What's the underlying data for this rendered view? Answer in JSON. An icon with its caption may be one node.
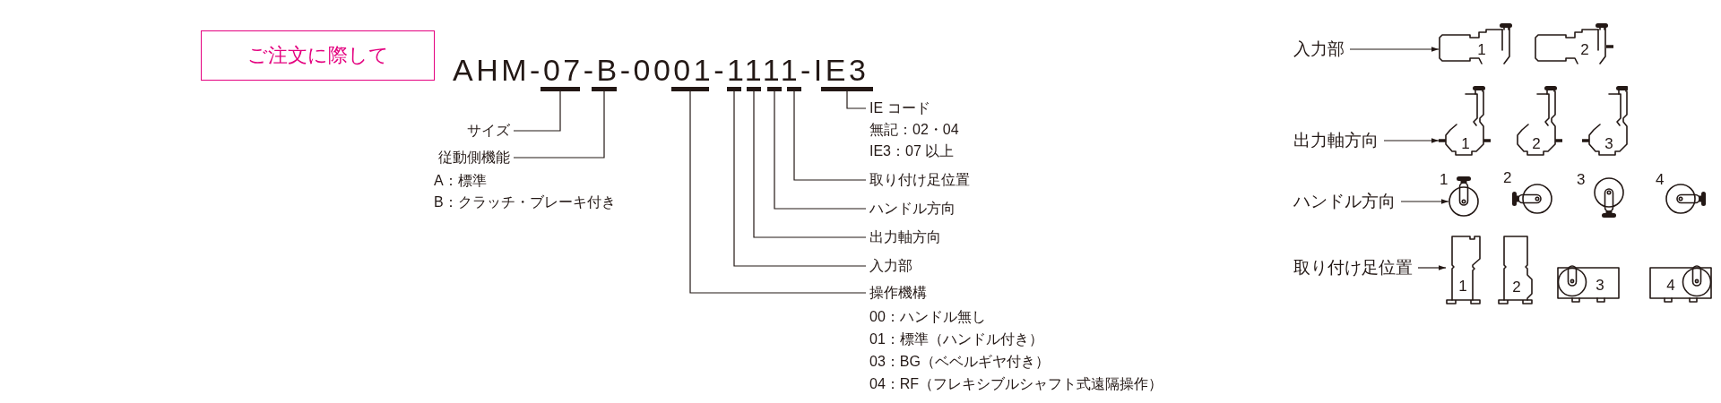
{
  "diagram": {
    "nodes": [
      {
        "text": [
          "ご注文に際して"
        ]
      },
      {
        "text": [],
        "shape": "bar"
      },
      {
        "text": [],
        "shape": "bar"
      },
      {
        "text": [],
        "shape": "bar"
      },
      {
        "text": [],
        "shape": "bar"
      },
      {
        "text": [],
        "shape": "bar"
      },
      {
        "text": [],
        "shape": "bar"
      },
      {
        "text": [],
        "shape": "bar"
      },
      {
        "text": [],
        "shape": "bar"
      },
      {
        "text": [
          "サイズ"
        ]
      },
      {
        "text": [
          "従動側機能"
        ],
        "beside": [
          "A：標準",
          "B：クラッチ・ブレーキ付き"
        ]
      },
      {
        "text": [
          "IE コード"
        ],
        "beside": [
          "無記：02・04",
          "IE3：07 以上"
        ]
      },
      {
        "text": [
          "取り付け足位置"
        ]
      },
      {
        "text": [
          "ハンドル方向"
        ]
      },
      {
        "text": [
          "出力軸方向"
        ]
      },
      {
        "text": [
          "入力部"
        ]
      },
      {
        "text": [
          "操作機構"
        ],
        "beside": [
          "00：ハンドル無し",
          "01：標準（ハンドル付き）",
          "03：BG（ベベルギヤ付き）",
          "04：RF（フレキシブルシャフト式遠隔操作）"
        ]
      },
      {
        "text": [
          "入力部"
        ]
      },
      {
        "text": [
          "1"
        ]
      },
      {
        "text": [
          "2"
        ]
      },
      {
        "text": [
          "出力軸方向"
        ]
      },
      {
        "text": [
          "1"
        ]
      },
      {
        "text": [
          "2"
        ]
      },
      {
        "text": [
          "3"
        ]
      },
      {
        "text": [
          "ハンドル方向"
        ]
      },
      {
        "text": [],
        "shape": "picture",
        "beside": [
          "1"
        ]
      },
      {
        "text": [],
        "shape": "picture",
        "beside": [
          "2"
        ]
      },
      {
        "text": [],
        "shape": "picture",
        "beside": [
          "3"
        ]
      },
      {
        "text": [],
        "shape": "picture",
        "beside": [
          "4"
        ]
      },
      {
        "text": [
          "取り付け足位置"
        ]
      },
      {
        "text": [
          "1"
        ]
      },
      {
        "text": [
          "2"
        ]
      },
      {
        "text": [
          "3"
        ]
      },
      {
        "text": [
          "4"
        ]
      }
    ],
    "edges": [
      {
        "from": 9,
        "to": 1,
        "arrow": "none"
      },
      {
        "from": 10,
        "to": 2,
        "arrow": "none"
      },
      {
        "from": 11,
        "to": 8,
        "arrow": "none"
      },
      {
        "from": 12,
        "to": 7,
        "arrow": "none"
      },
      {
        "from": 13,
        "to": 6,
        "arrow": "none"
      },
      {
        "from": 14,
        "to": 5,
        "arrow": "none"
      },
      {
        "from": 15,
        "to": 4,
        "arrow": "none"
      },
      {
        "from": 16,
        "to": 3,
        "arrow": "none"
      },
      {
        "from": 17,
        "to": 18,
        "arrow": "to"
      },
      {
        "from": 20,
        "to": 21,
        "arrow": "to"
      },
      {
        "from": 24,
        "to": 25,
        "arrow": "to"
      },
      {
        "from": 29,
        "to": 30,
        "arrow": "to"
      }
    ],
    "labels": [
      "AHM-07-B-0001-1111-IE3"
    ]
  }
}
